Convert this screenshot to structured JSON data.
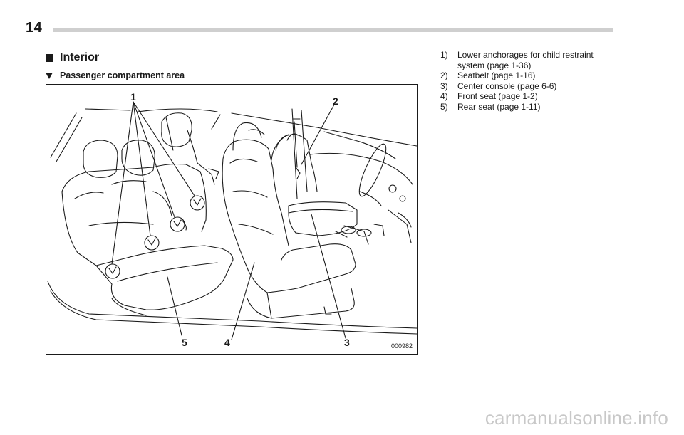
{
  "page": {
    "number": "14"
  },
  "section": {
    "title": "Interior"
  },
  "subsection": {
    "title": "Passenger compartment area"
  },
  "figure": {
    "code": "000982",
    "callouts": [
      "1",
      "2",
      "3",
      "4",
      "5"
    ]
  },
  "legend": [
    {
      "num": "1)",
      "text": "Lower anchorages for child restraint system (page 1-36)"
    },
    {
      "num": "2)",
      "text": "Seatbelt (page 1-16)"
    },
    {
      "num": "3)",
      "text": "Center console (page 6-6)"
    },
    {
      "num": "4)",
      "text": "Front seat (page 1-2)"
    },
    {
      "num": "5)",
      "text": "Rear seat (page 1-11)"
    }
  ],
  "watermark": {
    "text": "carmanualsonline.info"
  }
}
